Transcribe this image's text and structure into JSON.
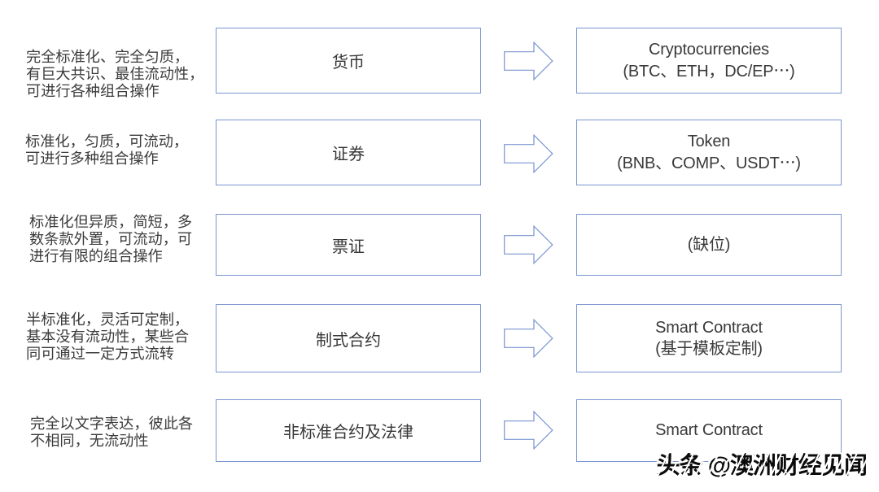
{
  "diagram": {
    "rows": [
      {
        "description": "完全标准化、完全匀质，\n有巨大共识、最佳流动性，\n可进行各种组合操作",
        "category": "货币",
        "mapping": "Cryptocurrencies\n(BTC、ETH，DC/EP⋯)"
      },
      {
        "description": "标准化，匀质，可流动，\n可进行多种组合操作",
        "category": "证券",
        "mapping": "Token\n(BNB、COMP、USDT⋯)"
      },
      {
        "description": "标准化但异质，简短，多\n数条款外置，可流动，可\n进行有限的组合操作",
        "category": "票证",
        "mapping": "(缺位)"
      },
      {
        "description": "半标准化，灵活可定制，\n基本没有流动性，某些合\n同可通过一定方式流转",
        "category": "制式合约",
        "mapping": "Smart Contract\n(基于模板定制)"
      },
      {
        "description": "完全以文字表达，彼此各\n不相同，无流动性",
        "category": "非标准合约及法律",
        "mapping": "Smart Contract"
      }
    ],
    "watermark": "头条 @澳洲财经见闻",
    "colors": {
      "background": "#ffffff",
      "box_border": "#7a95d0",
      "arrow_stroke": "#7a95d0",
      "text": "#3c3c3c",
      "watermark": "#0b0b0b"
    }
  }
}
